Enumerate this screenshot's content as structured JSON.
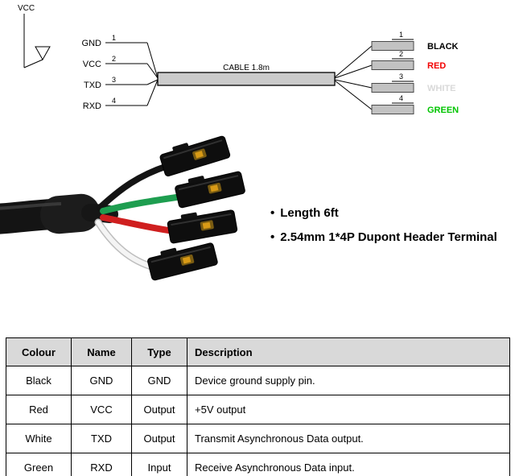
{
  "diagram": {
    "vcc_rail_label": "VCC",
    "cable_label": "CABLE 1.8m",
    "left_pins": [
      {
        "label": "GND",
        "num": "1"
      },
      {
        "label": "VCC",
        "num": "2"
      },
      {
        "label": "TXD",
        "num": "3"
      },
      {
        "label": "RXD",
        "num": "4"
      }
    ],
    "right_pins": [
      {
        "num": "1",
        "label": "BLACK",
        "color": "#000000"
      },
      {
        "num": "2",
        "label": "RED",
        "color": "#f20000"
      },
      {
        "num": "3",
        "label": "WHITE",
        "color": "#d9d9d9"
      },
      {
        "num": "4",
        "label": "GREEN",
        "color": "#00c400"
      }
    ]
  },
  "bullet": "•",
  "features": [
    "Length 6ft",
    "2.54mm 1*4P Dupont Header Terminal"
  ],
  "table": {
    "headers": [
      "Colour",
      "Name",
      "Type",
      "Description"
    ],
    "rows": [
      [
        "Black",
        "GND",
        "GND",
        "Device ground supply pin."
      ],
      [
        "Red",
        "VCC",
        "Output",
        "+5V output"
      ],
      [
        "White",
        "TXD",
        "Output",
        "Transmit Asynchronous Data output."
      ],
      [
        "Green",
        "RXD",
        "Input",
        "Receive Asynchronous Data input."
      ]
    ]
  }
}
